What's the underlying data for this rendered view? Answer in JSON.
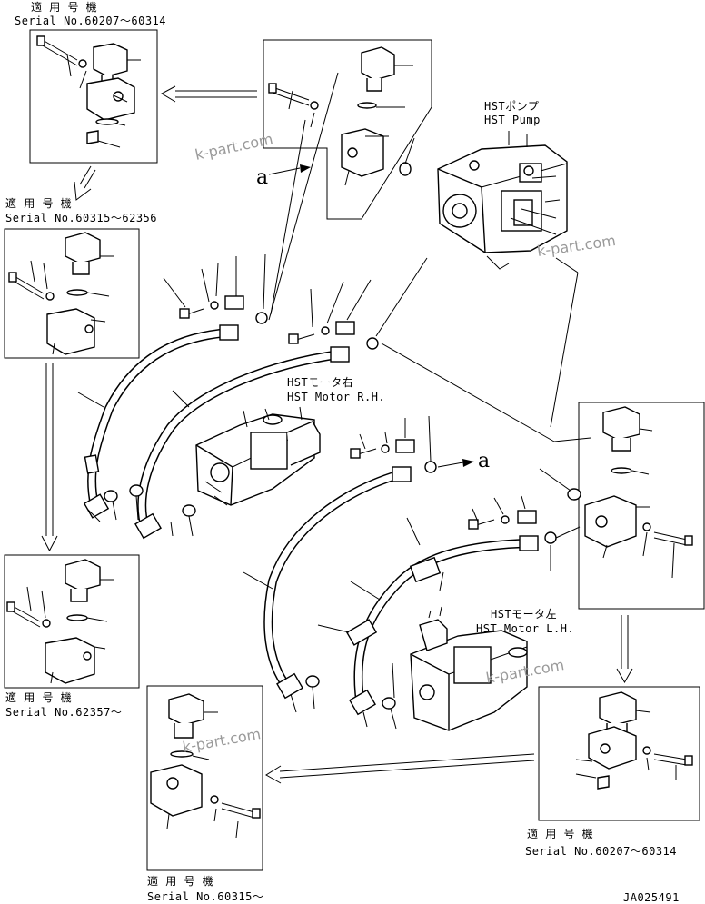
{
  "labels": {
    "tl_jp": "適 用 号 機",
    "tl_serial": "Serial No.60207～60314",
    "ml_jp": "適 用 号 機",
    "ml_serial": "Serial No.60315～62356",
    "bl_jp": "適 用 号 機",
    "bl_serial": "Serial No.62357～",
    "bc_jp": "適 用 号 機",
    "bc_serial": "Serial No.60315～",
    "br_jp": "適 用 号 機",
    "br_serial": "Serial No.60207～60314",
    "pump_jp": "HSTポンプ",
    "pump_en": "HST Pump",
    "motor_r_jp": "HSTモータ右",
    "motor_r_en": "HST Motor R.H.",
    "motor_l_jp": "HSTモータ左",
    "motor_l_en": "HST Motor L.H.",
    "ref_a1": "a",
    "ref_a2": "a",
    "doc_id": "JA025491",
    "watermark": "k-part.com"
  }
}
